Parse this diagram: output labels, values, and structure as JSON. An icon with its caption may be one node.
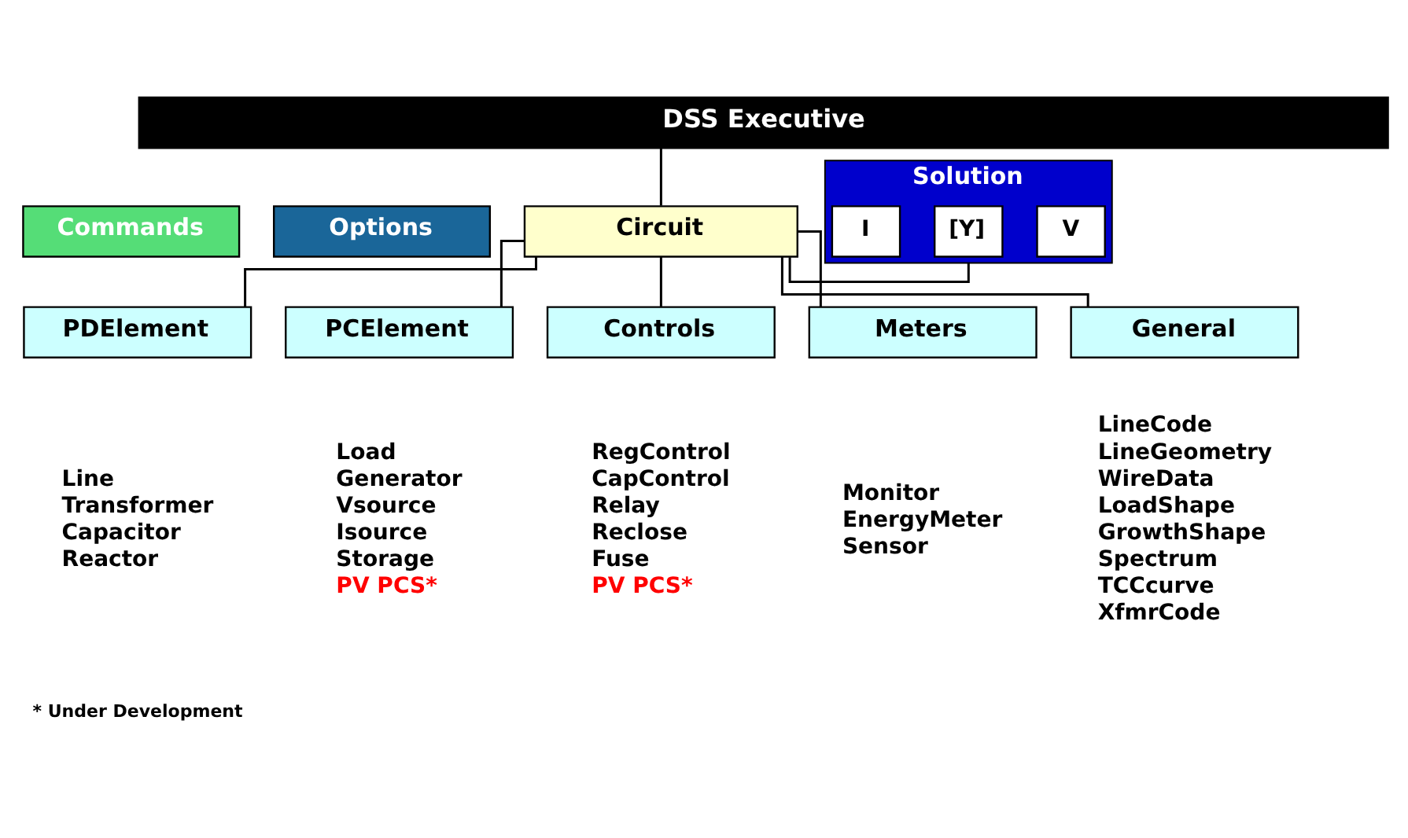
{
  "diagram": {
    "nodes": [
      {
        "text": [
          "DSS Executive"
        ]
      },
      {
        "text": [
          "Commands"
        ]
      },
      {
        "text": [
          "Options"
        ]
      },
      {
        "text": [
          "Circuit"
        ]
      },
      {
        "text": [
          "Solution"
        ]
      },
      {
        "text": [
          "V"
        ],
        "in": 4
      },
      {
        "text": [
          "[Y]"
        ],
        "in": 4
      },
      {
        "text": [
          "I"
        ],
        "in": 4
      },
      {
        "text": [
          "PDElement"
        ],
        "beside": [
          "Line",
          "Transformer",
          "Capacitor",
          "Reactor"
        ]
      },
      {
        "text": [
          "PCElement"
        ],
        "beside": [
          "Load",
          "Generator",
          "Vsource",
          "Isource",
          "Storage",
          "PV PCS*"
        ]
      },
      {
        "text": [
          "Controls"
        ],
        "beside": [
          "RegControl",
          "CapControl",
          "Relay",
          "Reclose",
          "Fuse",
          "PV PCS*"
        ]
      },
      {
        "text": [
          "Meters"
        ],
        "beside": [
          "Monitor",
          "EnergyMeter",
          "Sensor"
        ]
      },
      {
        "text": [
          "General"
        ],
        "beside": [
          "LineCode",
          "LineGeometry",
          "WireData",
          "LoadShape",
          "GrowthShape",
          "Spectrum",
          "TCCcurve",
          "XfmrCode"
        ]
      }
    ],
    "edges": [
      {
        "from": 0,
        "to": 3,
        "arrow": "none"
      },
      {
        "from": 3,
        "to": 4,
        "arrow": "none"
      },
      {
        "from": 3,
        "to": 8,
        "arrow": "none"
      },
      {
        "from": 3,
        "to": 9,
        "arrow": "none"
      },
      {
        "from": 3,
        "to": 10,
        "arrow": "none"
      },
      {
        "from": 3,
        "to": 11,
        "arrow": "none"
      },
      {
        "from": 3,
        "to": 12,
        "arrow": "none"
      }
    ],
    "labels": [
      "* Under Development"
    ]
  }
}
